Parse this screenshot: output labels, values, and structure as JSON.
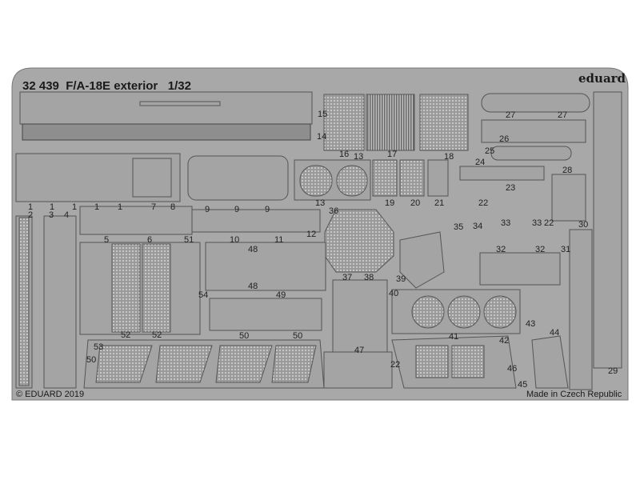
{
  "header": {
    "title": "32 439  F/A-18E exterior   1/32",
    "brand": "eduard"
  },
  "footer": {
    "copyright": "© EDUARD 2019",
    "origin": "Made in Czech Republic"
  },
  "part_labels": [
    "1",
    "1",
    "1",
    "1",
    "1",
    "2",
    "3",
    "4",
    "5",
    "6",
    "7",
    "8",
    "9",
    "9",
    "9",
    "10",
    "11",
    "12",
    "13",
    "13",
    "14",
    "15",
    "16",
    "17",
    "18",
    "19",
    "20",
    "21",
    "22",
    "22",
    "22",
    "23",
    "24",
    "25",
    "26",
    "27",
    "27",
    "28",
    "29",
    "30",
    "31",
    "32",
    "32",
    "33",
    "33",
    "34",
    "35",
    "36",
    "37",
    "38",
    "39",
    "40",
    "41",
    "42",
    "43",
    "44",
    "45",
    "46",
    "47",
    "48",
    "48",
    "49",
    "50",
    "50",
    "50",
    "51",
    "52",
    "52",
    "53",
    "54"
  ],
  "colors": {
    "fret": "#a8a8a8",
    "outline": "#555555",
    "background": "#ffffff"
  }
}
